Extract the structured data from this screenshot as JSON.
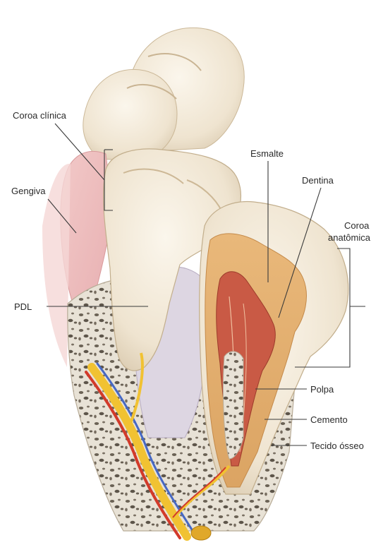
{
  "diagram": {
    "labels": {
      "coroa_clinica": "Coroa clínica",
      "gengiva": "Gengiva",
      "esmalte": "Esmalte",
      "dentina": "Dentina",
      "coroa_anatomica_line1": "Coroa",
      "coroa_anatomica_line2": "anatômica",
      "pdl": "PDL",
      "polpa": "Polpa",
      "cemento": "Cemento",
      "tecido_osseo": "Tecido ósseo"
    }
  }
}
